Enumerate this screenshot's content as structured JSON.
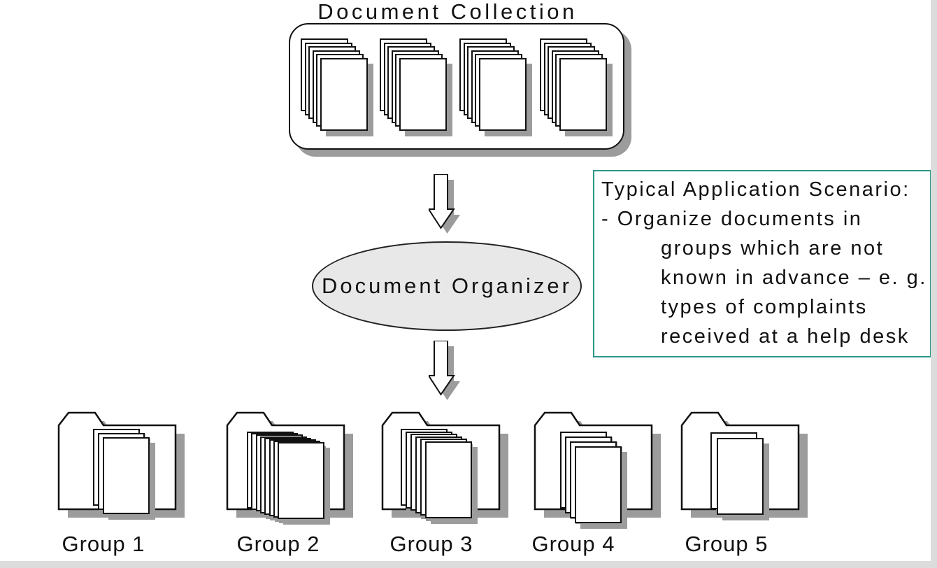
{
  "collection": {
    "title": "Document Collection",
    "stacks": [
      {
        "pages": 6
      },
      {
        "pages": 6
      },
      {
        "pages": 6
      },
      {
        "pages": 6
      }
    ]
  },
  "organizer": {
    "label": "Document Organizer"
  },
  "scenario_box": {
    "lines": [
      {
        "text": "Typical Application Scenario:",
        "indent": false
      },
      {
        "text": "- Organize documents in",
        "indent": false
      },
      {
        "text": "groups which are not",
        "indent": true
      },
      {
        "text": "known in advance – e. g.",
        "indent": true
      },
      {
        "text": "types of complaints",
        "indent": true
      },
      {
        "text": "received at a help desk",
        "indent": true
      }
    ]
  },
  "groups": [
    {
      "label": "Group 1",
      "documents": 3
    },
    {
      "label": "Group 2",
      "documents": 8
    },
    {
      "label": "Group 3",
      "documents": 6
    },
    {
      "label": "Group 4",
      "documents": 4
    },
    {
      "label": "Group 5",
      "documents": 2
    }
  ],
  "colors": {
    "shadow": "#9C9C9C",
    "ellipse_fill": "#E8E8E8",
    "box_border_teal": "#2E968B",
    "page_edge_gray": "#DCDCDC"
  }
}
